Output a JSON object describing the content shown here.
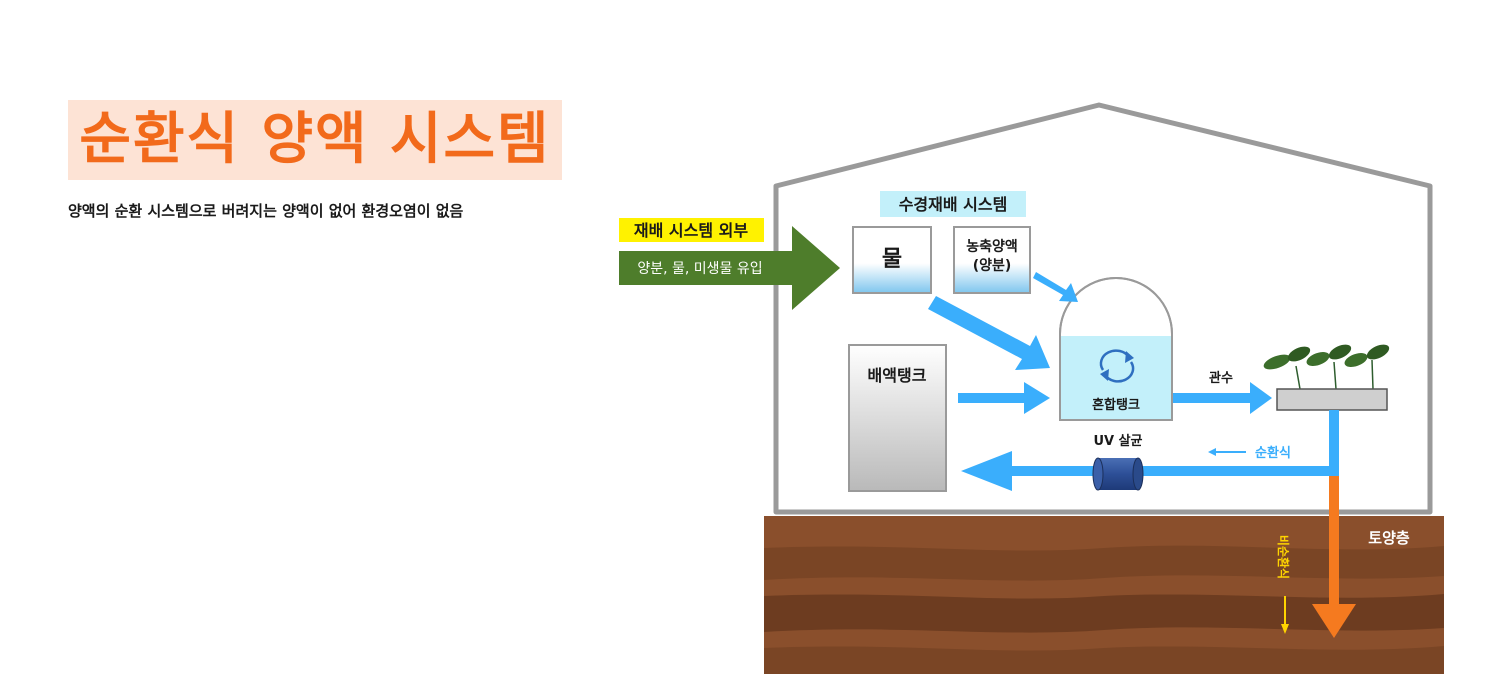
{
  "title": "순환식 양액 시스템",
  "subtitle": "양액의 순환 시스템으로 버려지는 양액이 없어 환경오염이 없음",
  "diagram": {
    "outside_label": "재배 시스템 외부",
    "inflow_label": "양분, 물, 미생물 유입",
    "system_label": "수경재배 시스템",
    "water_label": "물",
    "concentrate_label_line1": "농축양액",
    "concentrate_label_line2": "(양분)",
    "mixing_tank_label": "혼합탱크",
    "drain_tank_label": "배액탱크",
    "irrigation_label": "관수",
    "uv_label": "UV 살균",
    "circulating_label": "순환식",
    "soil_label": "토양층",
    "non_circulating_label": "비순환식"
  },
  "colors": {
    "accent_orange": "#f26a1b",
    "arrow_blue": "#3aaefc",
    "inflow_green": "#4e7d2b",
    "highlight_yellow": "#fff200",
    "soil_brown": "#8a4f2c",
    "house_gray": "#9a9a9a"
  }
}
